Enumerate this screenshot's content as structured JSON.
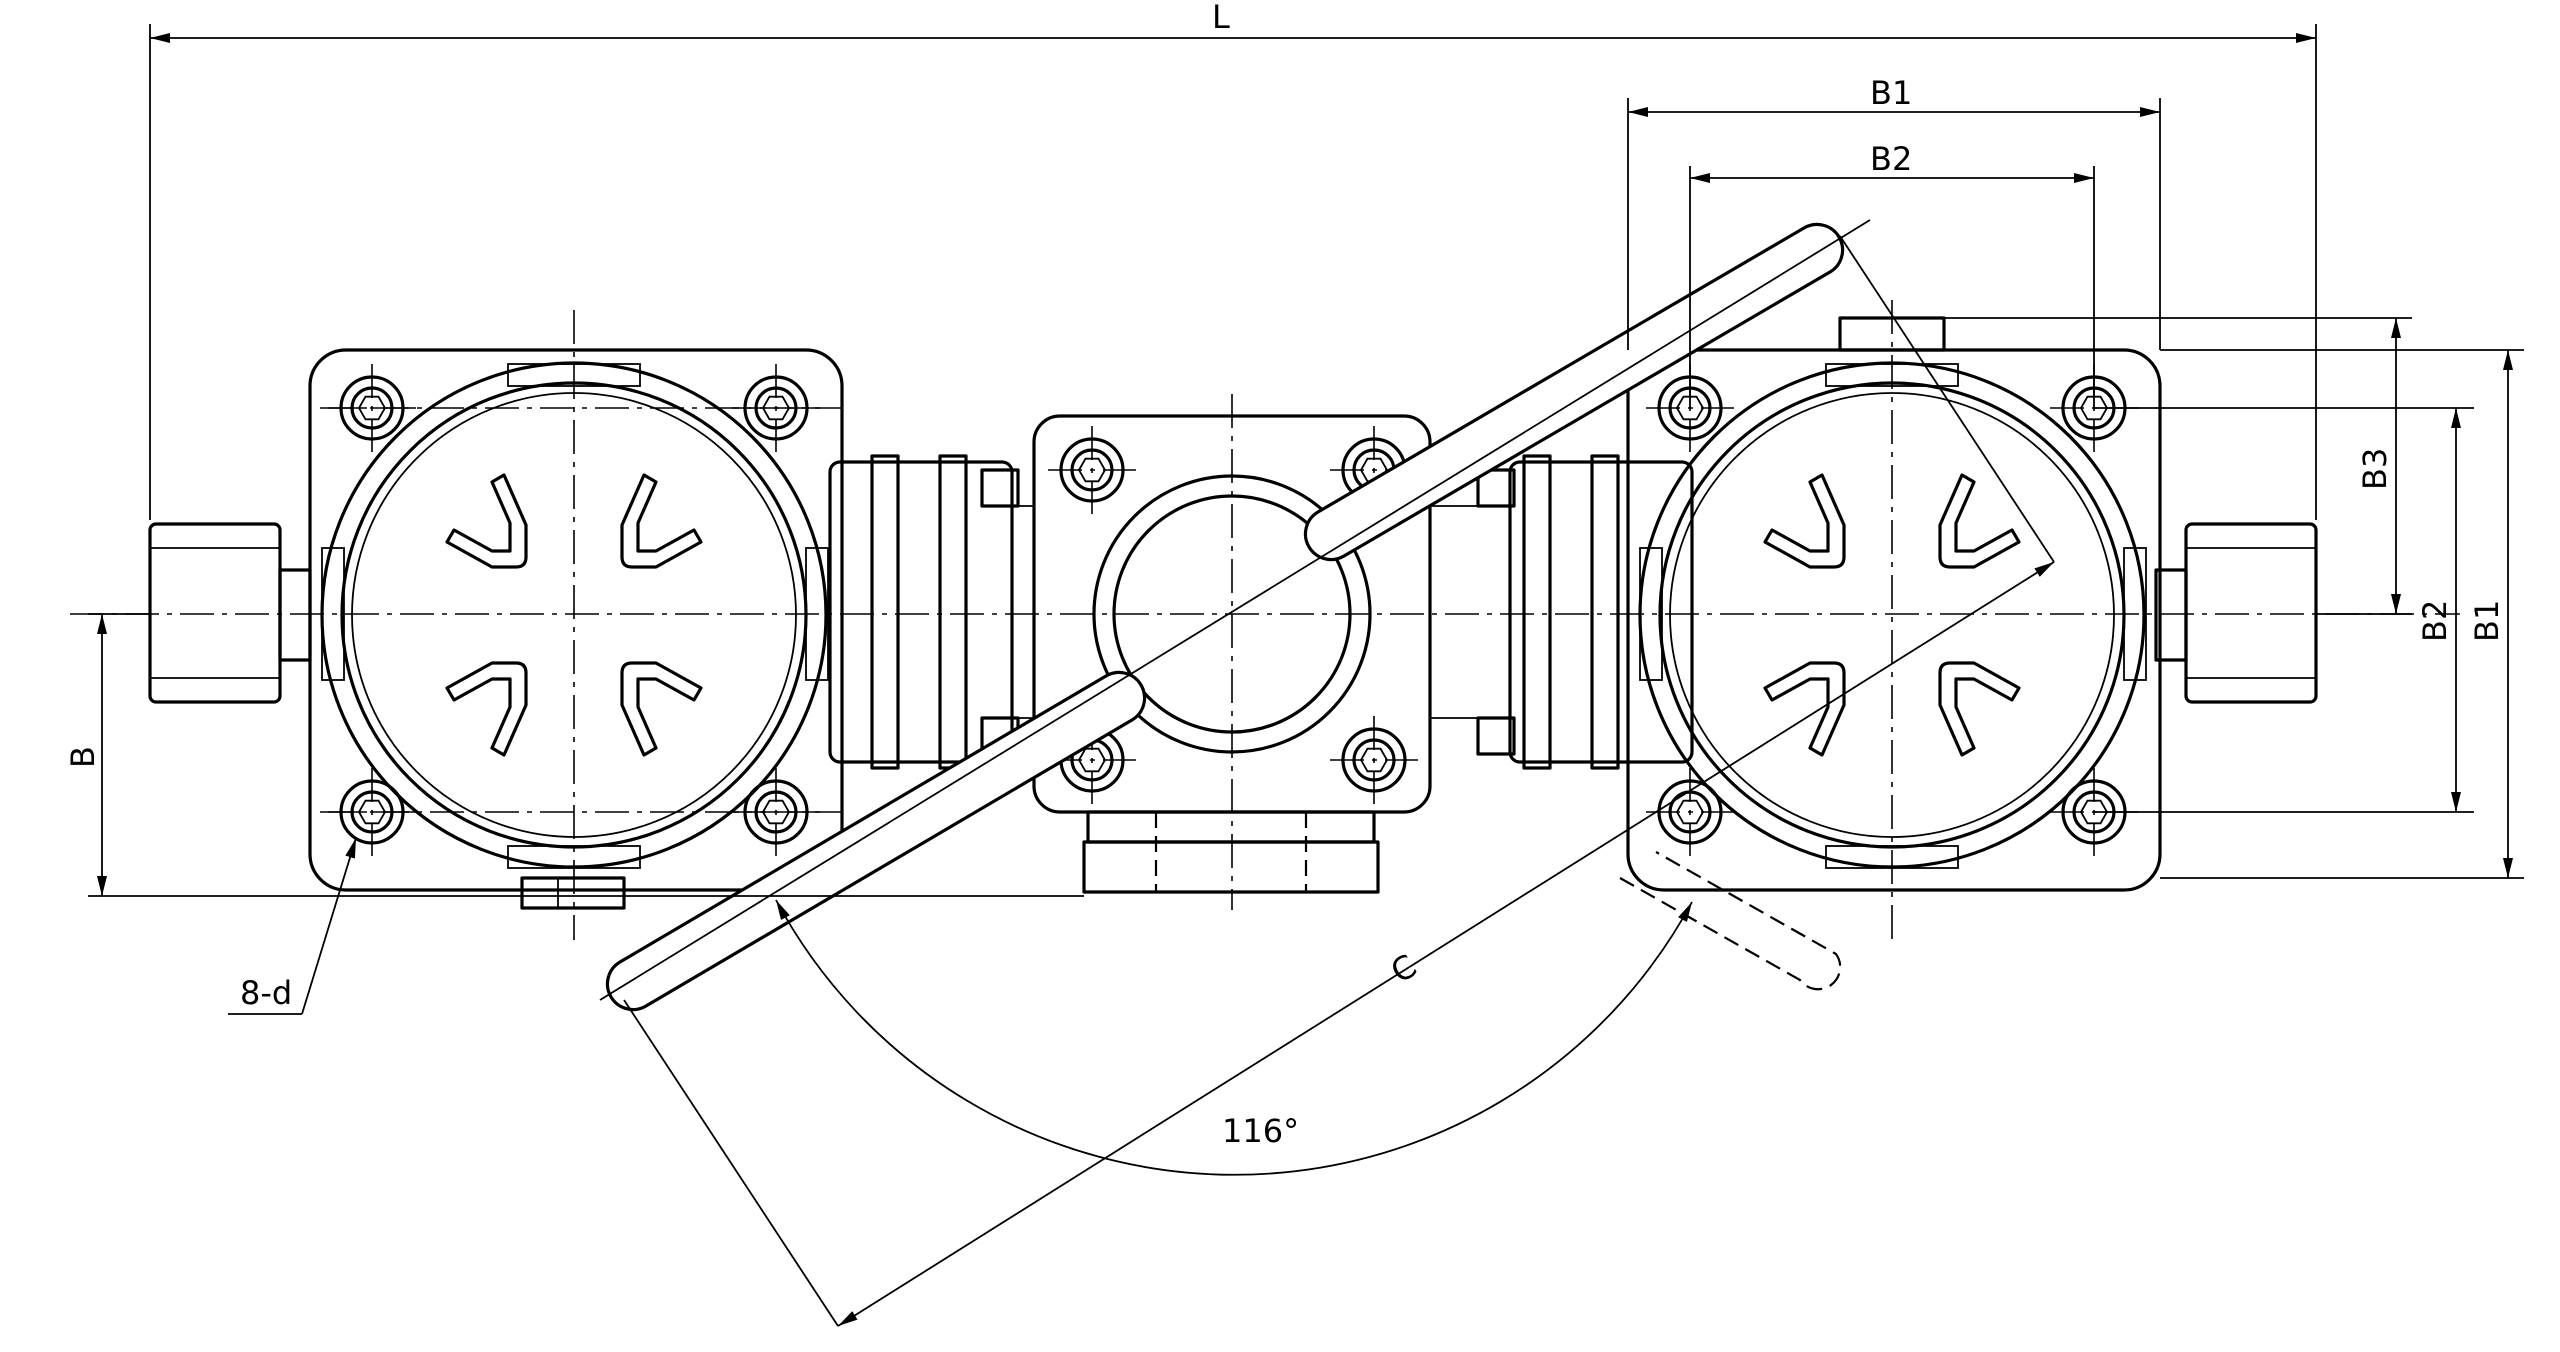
{
  "labels": {
    "L": "L",
    "B1_top": "B1",
    "B2_top": "B2",
    "B3_right": "B3",
    "B2_right": "B2",
    "B1_right": "B1",
    "B_left": "B",
    "holes": "8-d",
    "C": "C",
    "angle": "116°"
  }
}
